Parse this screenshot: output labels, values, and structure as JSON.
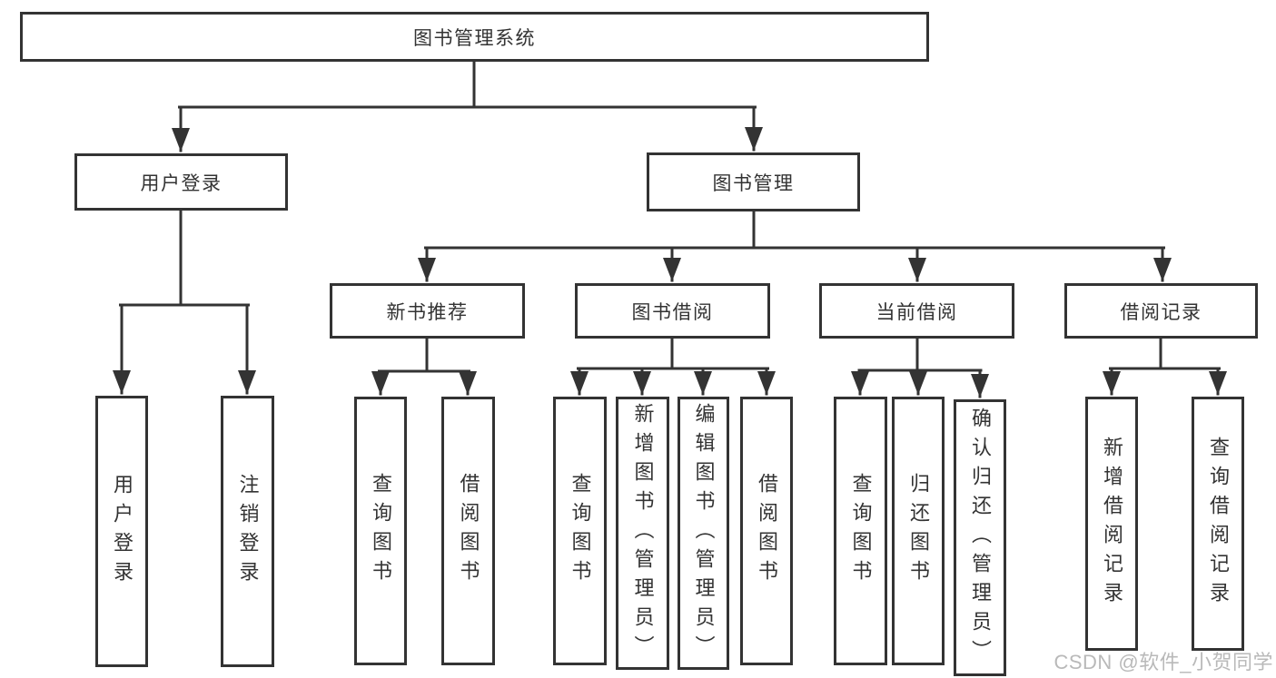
{
  "title": "图书管理系统",
  "colors": {
    "line": "#333333",
    "box_border": "#333333",
    "text": "#333333",
    "background": "#ffffff",
    "watermark_text": "#b9b9b9"
  },
  "tree": {
    "label": "图书管理系统",
    "children": [
      {
        "label": "用户登录",
        "children": [
          {
            "label": "用户登录"
          },
          {
            "label": "注销登录"
          }
        ]
      },
      {
        "label": "图书管理",
        "children": [
          {
            "label": "新书推荐",
            "children": [
              {
                "label": "查询图书"
              },
              {
                "label": "借阅图书"
              }
            ]
          },
          {
            "label": "图书借阅",
            "children": [
              {
                "label": "查询图书"
              },
              {
                "label": "新增图书（管理员）"
              },
              {
                "label": "编辑图书（管理员）"
              },
              {
                "label": "借阅图书"
              }
            ]
          },
          {
            "label": "当前借阅",
            "children": [
              {
                "label": "查询图书"
              },
              {
                "label": "归还图书"
              },
              {
                "label": "确认归还（管理员）"
              }
            ]
          },
          {
            "label": "借阅记录",
            "children": [
              {
                "label": "新增借阅记录"
              },
              {
                "label": "查询借阅记录"
              }
            ]
          }
        ]
      }
    ]
  },
  "watermark": "CSDN @软件_小贺同学"
}
